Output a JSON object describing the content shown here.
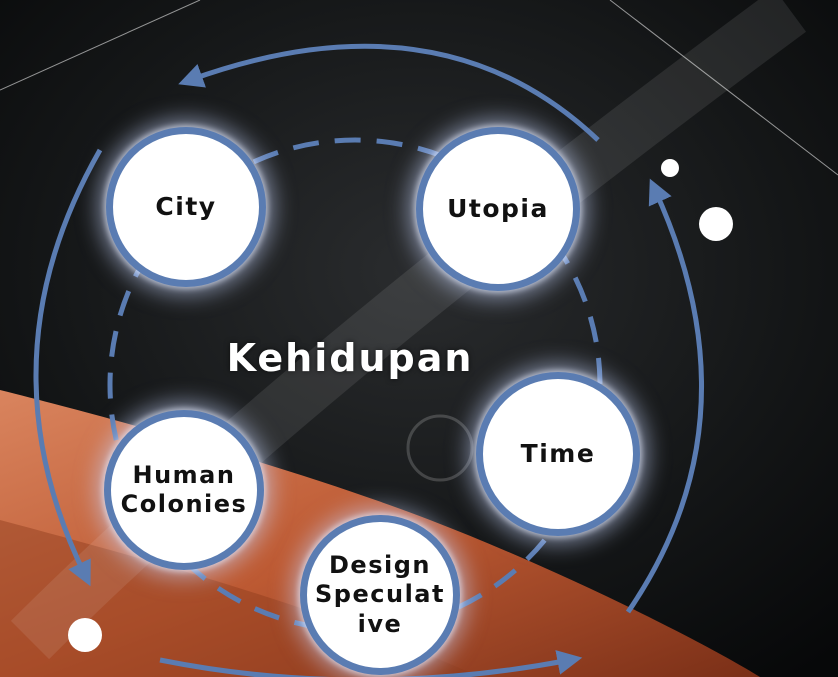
{
  "diagram": {
    "center": "Kehidupan",
    "nodes": [
      {
        "id": "city",
        "label": "City"
      },
      {
        "id": "utopia",
        "label": "Utopia"
      },
      {
        "id": "time",
        "label": "Time"
      },
      {
        "id": "human-colonies",
        "label": "Human\nColonies"
      },
      {
        "id": "design-speculative",
        "label": "Design\nSpeculat\nive"
      }
    ],
    "colors": {
      "ring": "#5a7cb2",
      "node_fill": "#ffffff",
      "node_text": "#111111",
      "center_text": "#ffffff",
      "background": "#0d0f10",
      "planet": "#c4603a"
    }
  }
}
